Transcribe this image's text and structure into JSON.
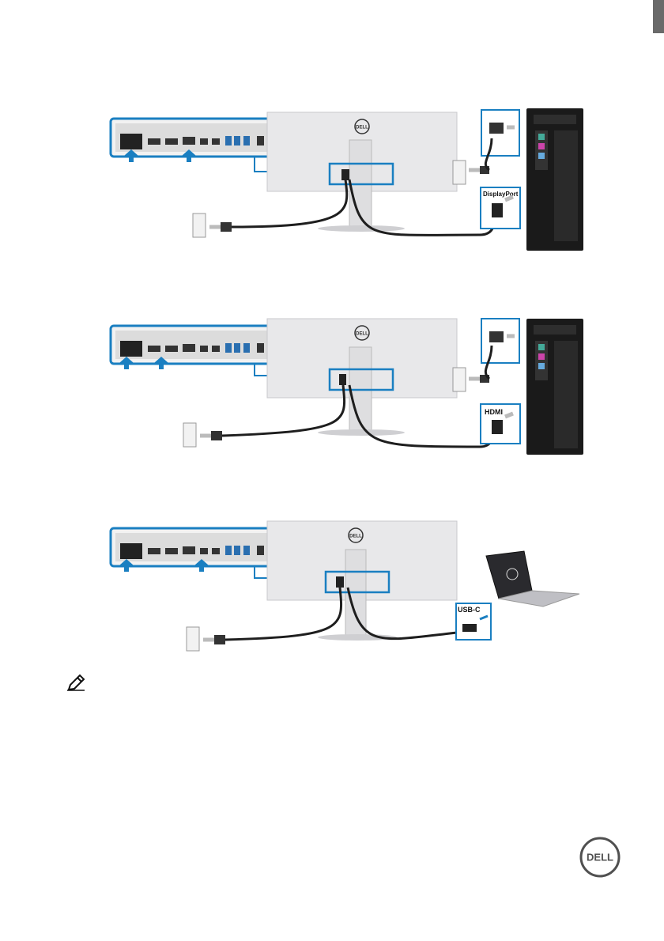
{
  "figures": [
    {
      "connector_label": "DisplayPort",
      "device": "desktop-tower"
    },
    {
      "connector_label": "HDMI",
      "device": "desktop-tower"
    },
    {
      "connector_label": "USB-C",
      "device": "laptop"
    }
  ],
  "brand": {
    "logo_text": "DELL",
    "logo_color": "#505050"
  },
  "colors": {
    "accent": "#1a7fc1",
    "cable": "#1e1e1e",
    "monitor": "#e8e8ea"
  },
  "icons": {
    "note": "note-pencil-icon"
  }
}
